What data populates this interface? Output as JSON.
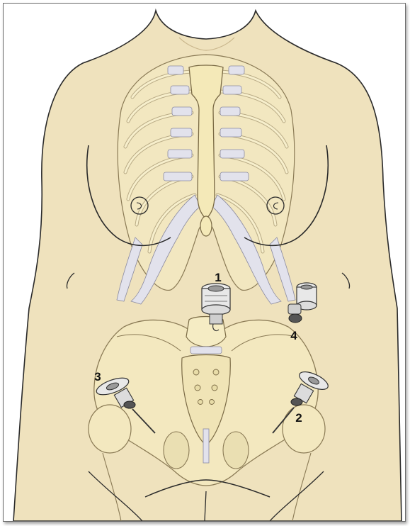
{
  "ports": [
    {
      "label": "1"
    },
    {
      "label": "2"
    },
    {
      "label": "3"
    },
    {
      "label": "4"
    }
  ],
  "colors": {
    "skin": "#efe2bd",
    "bone": "#f5ecc4",
    "cartilage": "#e4e4ec",
    "outline": "#2a2a2a"
  }
}
